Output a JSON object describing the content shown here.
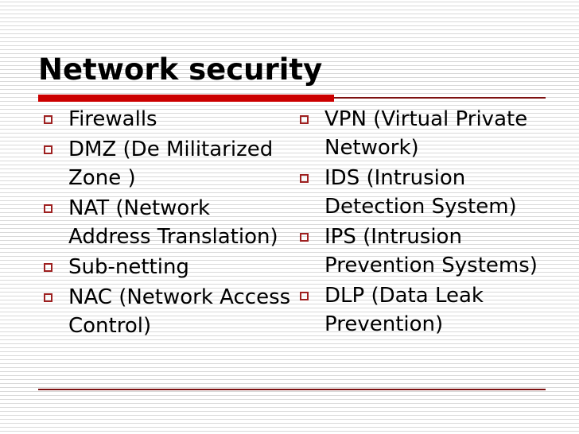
{
  "slide": {
    "title": "Network security",
    "accent_color": "#cc0000",
    "rule_color": "#7d1111",
    "bullet_color": "#9e2020",
    "text_color": "#000000",
    "background_color": "#ffffff",
    "stripe_color": "#d9d9d9"
  },
  "columns": {
    "left": {
      "items": [
        {
          "label": "Firewalls"
        },
        {
          "label": "DMZ (De Militarized Zone )"
        },
        {
          "label": "NAT (Network Address Translation)"
        },
        {
          "label": "Sub-netting"
        },
        {
          "label": "NAC (Network Access Control)"
        }
      ]
    },
    "right": {
      "items": [
        {
          "label": "VPN (Virtual Private Network)"
        },
        {
          "label": "IDS (Intrusion Detection System)"
        },
        {
          "label": "IPS (Intrusion Prevention Systems)"
        },
        {
          "label": "DLP (Data Leak Prevention)"
        }
      ]
    }
  },
  "icons": {
    "bullet": "square-outline-icon"
  }
}
